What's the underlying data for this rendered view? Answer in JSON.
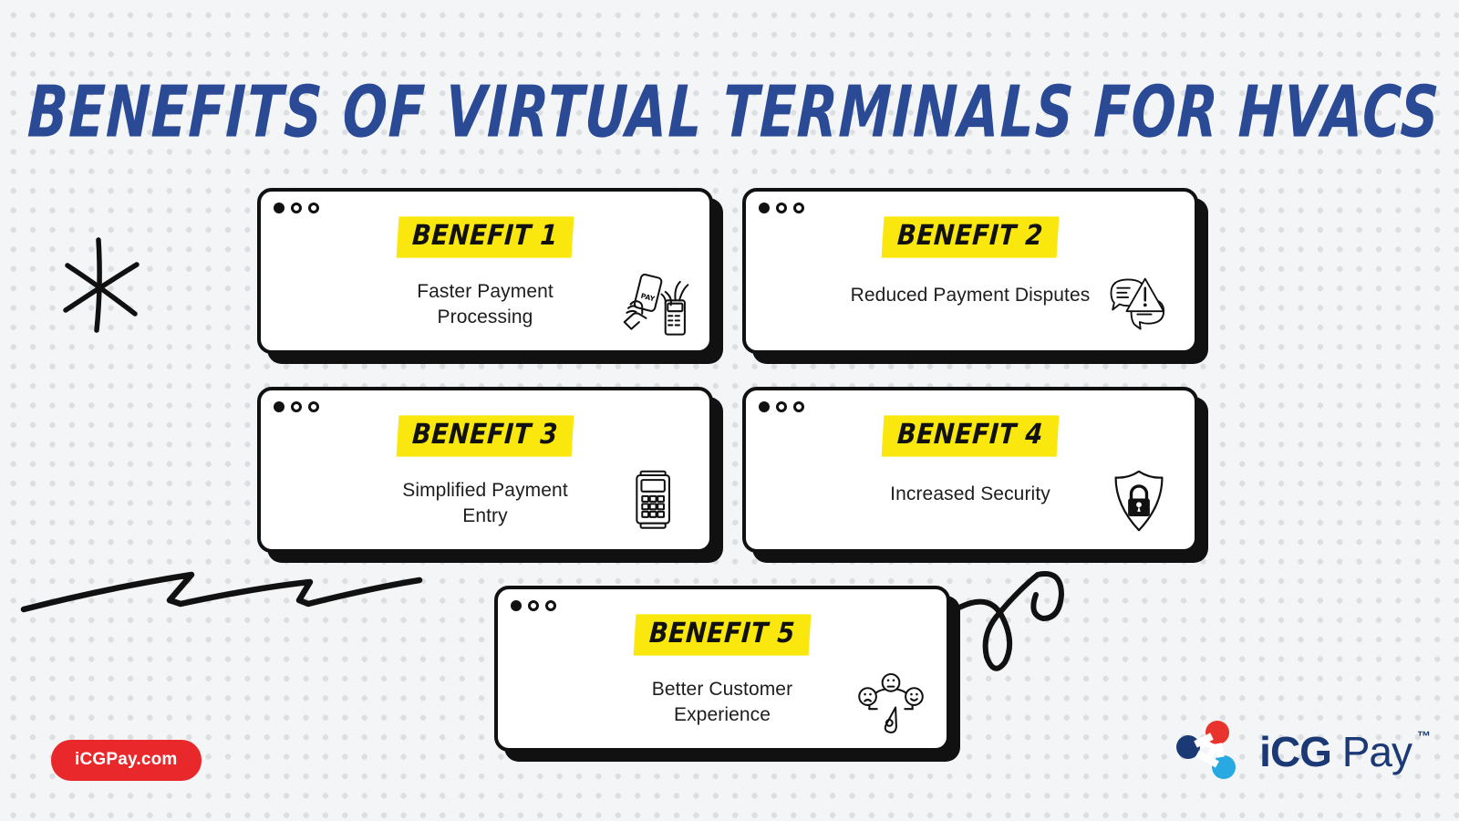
{
  "page": {
    "title": "BENEFITS OF VIRTUAL TERMINALS FOR HVACS",
    "title_color": "#2b4a96",
    "background_color": "#f4f5f6",
    "dot_color": "#dcdfe2"
  },
  "theme": {
    "badge_background": "#f9e70d",
    "badge_text_color": "#111111",
    "card_border_color": "#111111",
    "card_background": "#ffffff",
    "card_shadow_color": "#111111",
    "body_text_color": "#1d1d1f"
  },
  "cards": [
    {
      "badge": "BENEFIT 1",
      "text": "Faster Payment\nProcessing",
      "icon": "contactless-phone-payment-icon",
      "window_dots": [
        "filled",
        "ring",
        "ring"
      ]
    },
    {
      "badge": "BENEFIT 2",
      "text": "Reduced Payment Disputes",
      "icon": "dispute-speech-bubbles-warning-icon",
      "window_dots": [
        "filled",
        "ring",
        "ring"
      ]
    },
    {
      "badge": "BENEFIT 3",
      "text": "Simplified Payment\nEntry",
      "icon": "pos-terminal-keypad-icon",
      "window_dots": [
        "filled",
        "ring",
        "ring"
      ]
    },
    {
      "badge": "BENEFIT 4",
      "text": "Increased Security",
      "icon": "shield-lock-icon",
      "window_dots": [
        "filled",
        "ring",
        "ring"
      ]
    },
    {
      "badge": "BENEFIT 5",
      "text": "Better Customer\nExperience",
      "icon": "satisfaction-gauge-faces-icon",
      "window_dots": [
        "filled",
        "ring",
        "ring"
      ]
    }
  ],
  "decorations": [
    {
      "name": "asterisk-doodle"
    },
    {
      "name": "zigzag-line-doodle"
    },
    {
      "name": "double-loop-doodle"
    }
  ],
  "footer": {
    "site_badge_label": "iCGPay.com",
    "site_badge_color": "#e8282b",
    "brand_name_strong": "iCG",
    "brand_name_light": " Pay",
    "brand_trademark": "™",
    "brand_text_color": "#1b3a75",
    "logo_node_colors": {
      "top": "#e8342c",
      "left": "#1b3a75",
      "bottom_right": "#29a9e1"
    }
  }
}
